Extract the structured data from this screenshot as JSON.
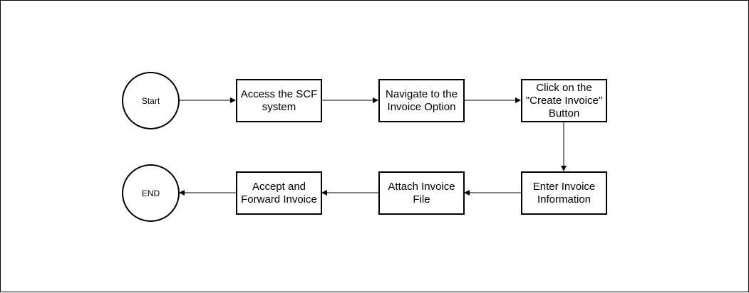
{
  "flowchart": {
    "terminals": {
      "start": "Start",
      "end": "END"
    },
    "steps": [
      "Access the SCF\nsystem",
      "Navigate to the\nInvoice Option",
      "Click on the\n\"Create Invoice\"\nButton",
      "Enter Invoice\nInformation",
      "Attach Invoice\nFile",
      "Accept and\nForward Invoice"
    ],
    "edges": [
      [
        "start",
        "step-1"
      ],
      [
        "step-1",
        "step-2"
      ],
      [
        "step-2",
        "step-3"
      ],
      [
        "step-3",
        "step-4"
      ],
      [
        "step-4",
        "step-5"
      ],
      [
        "step-5",
        "step-6"
      ],
      [
        "step-6",
        "end"
      ]
    ]
  },
  "colors": {
    "stroke": "#000000",
    "fill": "#ffffff"
  }
}
